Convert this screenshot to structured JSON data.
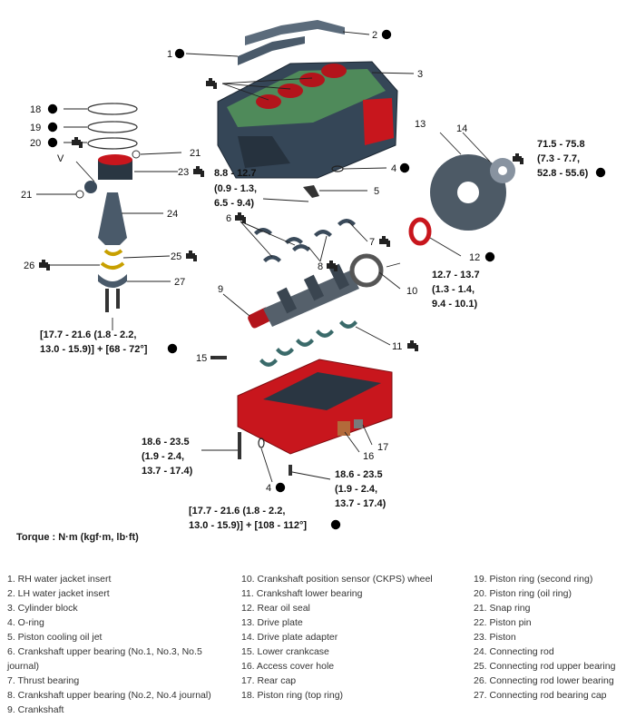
{
  "callouts": {
    "c1": "1",
    "c2": "2",
    "c3": "3",
    "c4a": "4",
    "c4b": "4",
    "c5": "5",
    "c6": "6",
    "c7": "7",
    "c8": "8",
    "c9": "9",
    "c10": "10",
    "c11": "11",
    "c12": "12",
    "c13": "13",
    "c14": "14",
    "c15": "15",
    "c16": "16",
    "c17": "17",
    "c18": "18",
    "c19": "19",
    "c20": "20",
    "c21a": "21",
    "c21b": "21",
    "c22": "V",
    "c23": "23",
    "c24": "24",
    "c25": "25",
    "c26": "26",
    "c27": "27"
  },
  "torques": {
    "jet": [
      "8.8 - 12.7",
      "(0.9 - 1.3,",
      "6.5 - 9.4)"
    ],
    "drive_plate": [
      "71.5 - 75.8",
      "(7.3 - 7.7,",
      "52.8 - 55.6)"
    ],
    "ckps": [
      "12.7 - 13.7",
      "(1.3 - 1.4,",
      "9.4 - 10.1)"
    ],
    "conrod": [
      "[17.7 - 21.6 (1.8 - 2.2,",
      "13.0 - 15.9)] + [68 - 72°]"
    ],
    "lower_left": [
      "18.6 - 23.5",
      "(1.9 - 2.4,",
      "13.7 - 17.4)"
    ],
    "lower_right": [
      "18.6 - 23.5",
      "(1.9 - 2.4,",
      "13.7 - 17.4)"
    ],
    "main": [
      "[17.7 - 21.6 (1.8 - 2.2,",
      "13.0 - 15.9)] + [108 - 112°]"
    ]
  },
  "torque_caption": "Torque : N·m (kgf·m, lb·ft)",
  "legend": {
    "col1": [
      "1. RH water jacket insert",
      "2. LH water jacket insert",
      "3. Cylinder block",
      "4. O-ring",
      "5. Piston cooling oil jet",
      "6. Crankshaft upper bearing (No.1, No.3, No.5 journal)",
      "7. Thrust bearing",
      "8. Crankshaft upper bearing (No.2, No.4 journal)",
      "9. Crankshaft"
    ],
    "col2": [
      "10. Crankshaft position sensor (CKPS) wheel",
      "11. Crankshaft lower bearing",
      "12. Rear oil seal",
      "13. Drive plate",
      "14. Drive plate adapter",
      "15. Lower crankcase",
      "16. Access cover hole",
      "17. Rear cap",
      "18. Piston ring (top ring)"
    ],
    "col3": [
      "19. Piston ring (second ring)",
      "20. Piston ring (oil ring)",
      "21. Snap ring",
      "22. Piston pin",
      "23. Piston",
      "24. Connecting rod",
      "25. Connecting rod upper bearing",
      "26. Connecting rod lower bearing",
      "27. Connecting rod bearing cap"
    ]
  },
  "colors": {
    "accent_red": "#d0021b",
    "metal": "#3a4a5a",
    "highlight_red": "#c8161d"
  }
}
